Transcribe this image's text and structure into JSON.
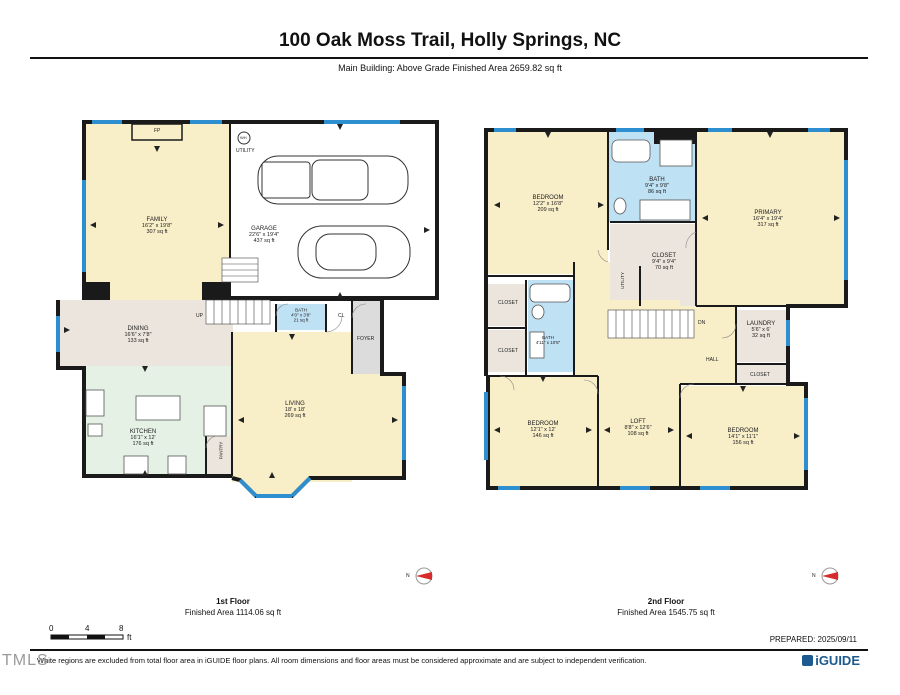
{
  "header": {
    "title": "100 Oak Moss Trail, Holly Springs, NC",
    "subtitle": "Main Building: Above Grade Finished Area 2659.82 sq ft"
  },
  "floor1": {
    "label": "1st Floor",
    "area": "Finished Area 1114.06 sq ft",
    "rooms": {
      "family": {
        "name": "FAMILY",
        "dims": "16'2\" x 19'8\"",
        "area": "307 sq ft"
      },
      "garage": {
        "name": "GARAGE",
        "dims": "22'6\" x 19'4\"",
        "area": "437 sq ft"
      },
      "dining": {
        "name": "DINING",
        "dims": "16'6\" x 7'8\"",
        "area": "133 sq ft"
      },
      "kitchen": {
        "name": "KITCHEN",
        "dims": "16'1\" x 12'",
        "area": "176 sq ft"
      },
      "living": {
        "name": "LIVING",
        "dims": "18' x 18'",
        "area": "269 sq ft"
      },
      "bath": {
        "name": "BATH",
        "dims": "4'0\" x 3'8\"",
        "area": "21 sq ft"
      }
    },
    "labels": {
      "utility": "UTILITY",
      "wh": "WH",
      "fp": "FP",
      "up": "UP",
      "cl": "CL",
      "foyer": "FOYER",
      "pantry": "PANTRY"
    }
  },
  "floor2": {
    "label": "2nd Floor",
    "area": "Finished Area 1545.75 sq ft",
    "rooms": {
      "bedroom1": {
        "name": "BEDROOM",
        "dims": "12'2\" x 16'8\"",
        "area": "209 sq ft"
      },
      "bath1": {
        "name": "BATH",
        "dims": "9'4\" x 9'8\"",
        "area": "86 sq ft"
      },
      "primary": {
        "name": "PRIMARY",
        "dims": "16'4\" x 19'4\"",
        "area": "317 sq ft"
      },
      "closet_primary": {
        "name": "CLOSET",
        "dims": "9'4\" x 9'4\"",
        "area": "70 sq ft"
      },
      "bath2": {
        "name": "BATH",
        "dims": "4'11\" x 10'8\"",
        "area": ""
      },
      "laundry": {
        "name": "LAUNDRY",
        "dims": "5'6\" x 6'",
        "area": "32 sq ft"
      },
      "bedroom2": {
        "name": "BEDROOM",
        "dims": "12'1\" x 12'",
        "area": "146 sq ft"
      },
      "loft": {
        "name": "LOFT",
        "dims": "8'8\" x 12'6\"",
        "area": "108 sq ft"
      },
      "bedroom3": {
        "name": "BEDROOM",
        "dims": "14'1\" x 11'1\"",
        "area": "156 sq ft"
      }
    },
    "labels": {
      "closet": "CLOSET",
      "utility": "UTILITY",
      "dn": "DN",
      "hall": "HALL"
    }
  },
  "scale": {
    "ticks": [
      "0",
      "4",
      "8"
    ],
    "unit": "ft"
  },
  "footer": {
    "note": "White regions are excluded from total floor area in iGUIDE floor plans. All room dimensions and floor areas must be considered approximate and are subject to independent verification.",
    "prepared": "PREPARED: 2025/09/11",
    "brand": "iGUIDE",
    "watermark": "TMLS"
  },
  "compass": {
    "label": "N"
  },
  "colors": {
    "yellow_room": "#f8eec8",
    "grey_room": "#ece5dd",
    "blue_room": "#bfe1f4",
    "green_room": "#e6f1e6",
    "wall": "#1a1a1a",
    "window": "#2e8fd0",
    "brand": "#1c5a8f"
  }
}
